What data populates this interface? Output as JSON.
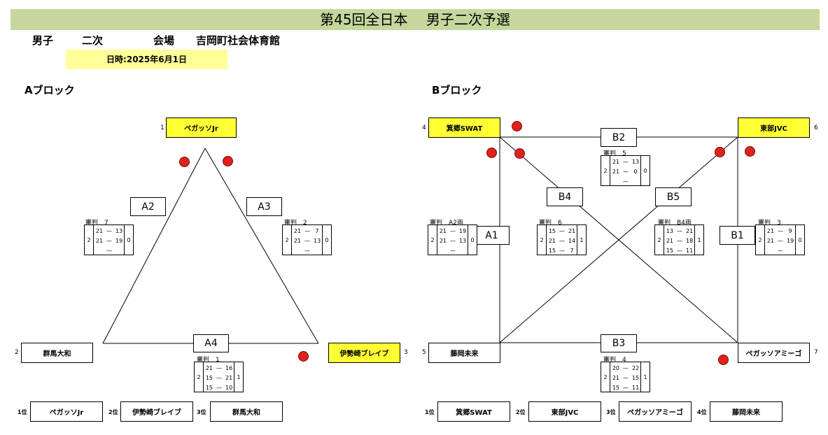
{
  "title": "第45回全日本　 男子二次予選",
  "header": {
    "gender": "男子",
    "round": "二次",
    "venue_label": "会場",
    "venue": "吉岡町社会体育館"
  },
  "date": "日時:2025年6月1日",
  "blockA": {
    "title": "Aブロック",
    "teams": [
      {
        "num": "1",
        "name": "ペガッソJr"
      },
      {
        "num": "2",
        "name": "群馬大和"
      },
      {
        "num": "3",
        "name": "伊勢崎ブレイブ"
      }
    ],
    "matches": [
      {
        "label": "A2",
        "ref": "審判　7",
        "left": "2",
        "right": "0",
        "sets": [
          [
            "21",
            "13"
          ],
          [
            "21",
            "19"
          ],
          [
            "",
            ""
          ]
        ]
      },
      {
        "label": "A3",
        "ref": "審判　2",
        "left": "2",
        "right": "0",
        "sets": [
          [
            "21",
            "7"
          ],
          [
            "21",
            "13"
          ],
          [
            "",
            ""
          ]
        ]
      },
      {
        "label": "A4",
        "ref": "審判　1",
        "left": "2",
        "right": "1",
        "sets": [
          [
            "21",
            "16"
          ],
          [
            "15",
            "21"
          ],
          [
            "15",
            "10"
          ]
        ]
      }
    ],
    "ranking": [
      {
        "place": "1位",
        "name": "ペガッソJr"
      },
      {
        "place": "2位",
        "name": "伊勢崎ブレイブ"
      },
      {
        "place": "3位",
        "name": "群馬大和"
      }
    ]
  },
  "blockB": {
    "title": "Bブロック",
    "teams": [
      {
        "num": "4",
        "name": "箕郷SWAT"
      },
      {
        "num": "6",
        "name": "東部JVC"
      },
      {
        "num": "5",
        "name": "藤岡未来"
      },
      {
        "num": "7",
        "name": "ペガッソアミーゴ"
      }
    ],
    "matches": [
      {
        "label": "B2",
        "ref": "審判　5",
        "left": "2",
        "right": "0",
        "sets": [
          [
            "21",
            "13"
          ],
          [
            "21",
            "0"
          ],
          [
            "",
            ""
          ]
        ]
      },
      {
        "label": "A1",
        "ref": "審判　A2両",
        "left": "2",
        "right": "0",
        "sets": [
          [
            "21",
            "19"
          ],
          [
            "21",
            "13"
          ],
          [
            "",
            ""
          ]
        ]
      },
      {
        "label": "B4",
        "ref": "審判　6",
        "left": "2",
        "right": "1",
        "sets": [
          [
            "15",
            "21"
          ],
          [
            "21",
            "14"
          ],
          [
            "15",
            "7"
          ]
        ]
      },
      {
        "label": "B5",
        "ref": "審判　B4両",
        "left": "2",
        "right": "1",
        "sets": [
          [
            "13",
            "21"
          ],
          [
            "21",
            "18"
          ],
          [
            "15",
            "11"
          ]
        ]
      },
      {
        "label": "B1",
        "ref": "審判　3",
        "left": "2",
        "right": "0",
        "sets": [
          [
            "21",
            "9"
          ],
          [
            "21",
            "19"
          ],
          [
            "",
            ""
          ]
        ]
      },
      {
        "label": "B3",
        "ref": "審判　4",
        "left": "2",
        "right": "1",
        "sets": [
          [
            "20",
            "22"
          ],
          [
            "21",
            "15"
          ],
          [
            "15",
            "11"
          ]
        ]
      }
    ],
    "ranking": [
      {
        "place": "1位",
        "name": "箕郷SWAT"
      },
      {
        "place": "2位",
        "name": "東部JVC"
      },
      {
        "place": "3位",
        "name": "ペガッソアミーゴ"
      },
      {
        "place": "4位",
        "name": "藤岡未来"
      }
    ]
  },
  "dash": "—",
  "colors": {
    "title_bg": "#c6d69c",
    "date_bg": "#ffff99",
    "winner_bg": "#ffff33",
    "dot": "#e0221c"
  }
}
